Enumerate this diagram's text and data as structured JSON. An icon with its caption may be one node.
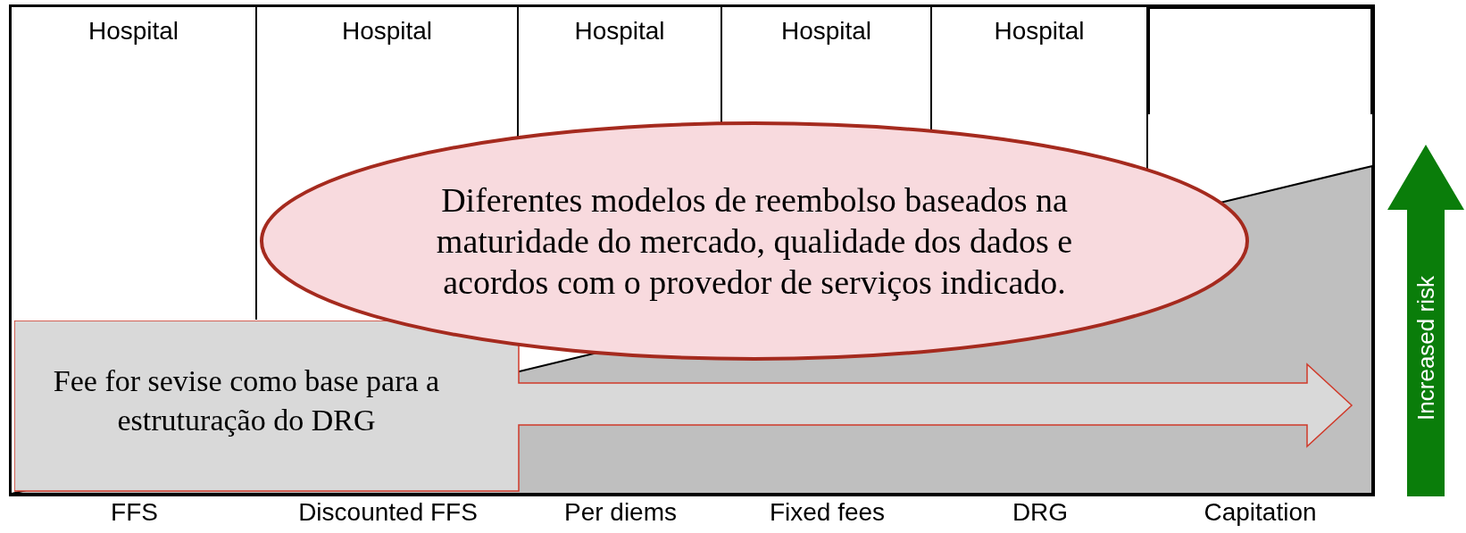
{
  "diagram": {
    "nodes": [
      {
        "text": [
          "Hospital"
        ]
      },
      {
        "text": [
          "Hospital"
        ]
      },
      {
        "text": [
          "Hospital"
        ]
      },
      {
        "text": [
          "Hospital"
        ]
      },
      {
        "text": [
          "Hospital"
        ]
      },
      {
        "text": [],
        "shape": "box"
      },
      {
        "text": [
          "Diferentes modelos de reembolso baseados na maturidade do mercado, qualidade dos dados e acordos com o provedor de serviços indicado."
        ]
      },
      {
        "text": [
          "Fee for sevise como base para a estruturação do DRG"
        ]
      }
    ],
    "edges": [],
    "labels": [
      "FFS",
      "Discounted FFS",
      "Per diems",
      "Fixed fees",
      "DRG",
      "Capitation",
      "Increased risk"
    ]
  }
}
